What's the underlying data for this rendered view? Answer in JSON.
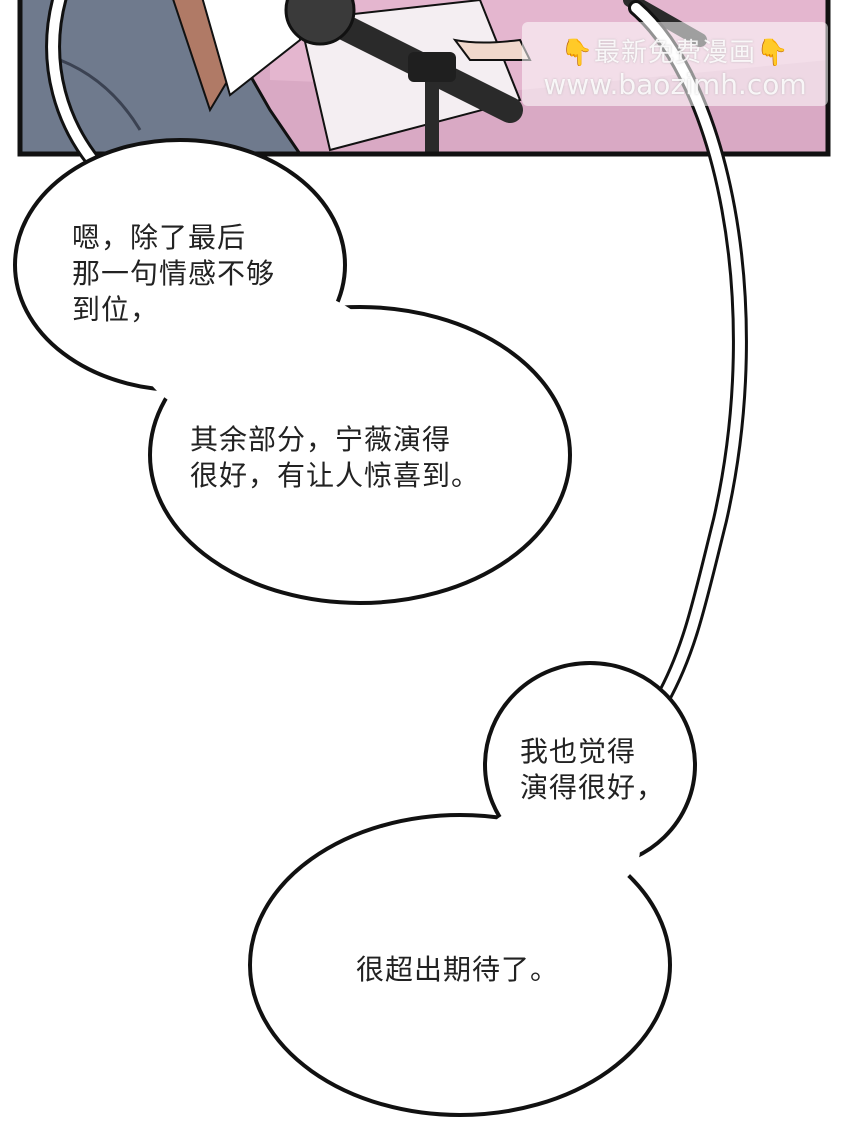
{
  "watermark": {
    "title": "最新免费漫画",
    "url": "www.baozimh.com",
    "hand_icon": "pointing-down-hand-icon"
  },
  "bubbles": {
    "top_left": {
      "lines": [
        "嗯，除了最后",
        "那一句情感不够",
        "到位，"
      ]
    },
    "middle": {
      "lines": [
        "其余部分，宁薇演得",
        "很好，有让人惊喜到。"
      ]
    },
    "bottom_right_small": {
      "lines": [
        "我也觉得",
        "演得很好，"
      ]
    },
    "bottom_right_large": {
      "lines": [
        "很超出期待了。"
      ]
    }
  },
  "colors": {
    "panel_border": "#111111",
    "panel_bg": "#d9a9c4",
    "ink": "#222222",
    "suit": "#6f7a8d",
    "skin": "#b07a66",
    "mic": "#2a2a2a"
  }
}
